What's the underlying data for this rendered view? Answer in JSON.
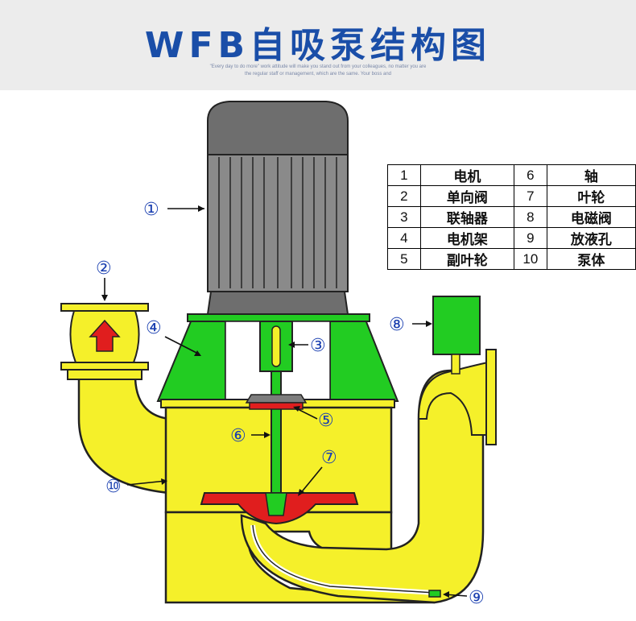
{
  "header": {
    "title": "WFB自吸泵结构图",
    "subtitle_line1": "\"Every day to do more\" work attitude will make you stand out from your colleagues, no matter you are",
    "subtitle_line2": "the regular staff or management, which are the same. Your boss and"
  },
  "legend": [
    {
      "num": "1",
      "name": "电机",
      "num2": "6",
      "name2": "轴"
    },
    {
      "num": "2",
      "name": "单向阀",
      "num2": "7",
      "name2": "叶轮"
    },
    {
      "num": "3",
      "name": "联轴器",
      "num2": "8",
      "name2": "电磁阀"
    },
    {
      "num": "4",
      "name": "电机架",
      "num2": "9",
      "name2": "放液孔"
    },
    {
      "num": "5",
      "name": "副叶轮",
      "num2": "10",
      "name2": "泵体"
    }
  ],
  "callouts": {
    "c1": "①",
    "c2": "②",
    "c3": "③",
    "c4": "④",
    "c5": "⑤",
    "c6": "⑥",
    "c7": "⑦",
    "c8": "⑧",
    "c9": "⑨",
    "c10": "⑩"
  },
  "colors": {
    "body": "#f5f02a",
    "motor_frame": "#22cc22",
    "impeller": "#e01e1e",
    "motor": "#7d7d7d",
    "accent_blue": "#1a4ea8"
  }
}
